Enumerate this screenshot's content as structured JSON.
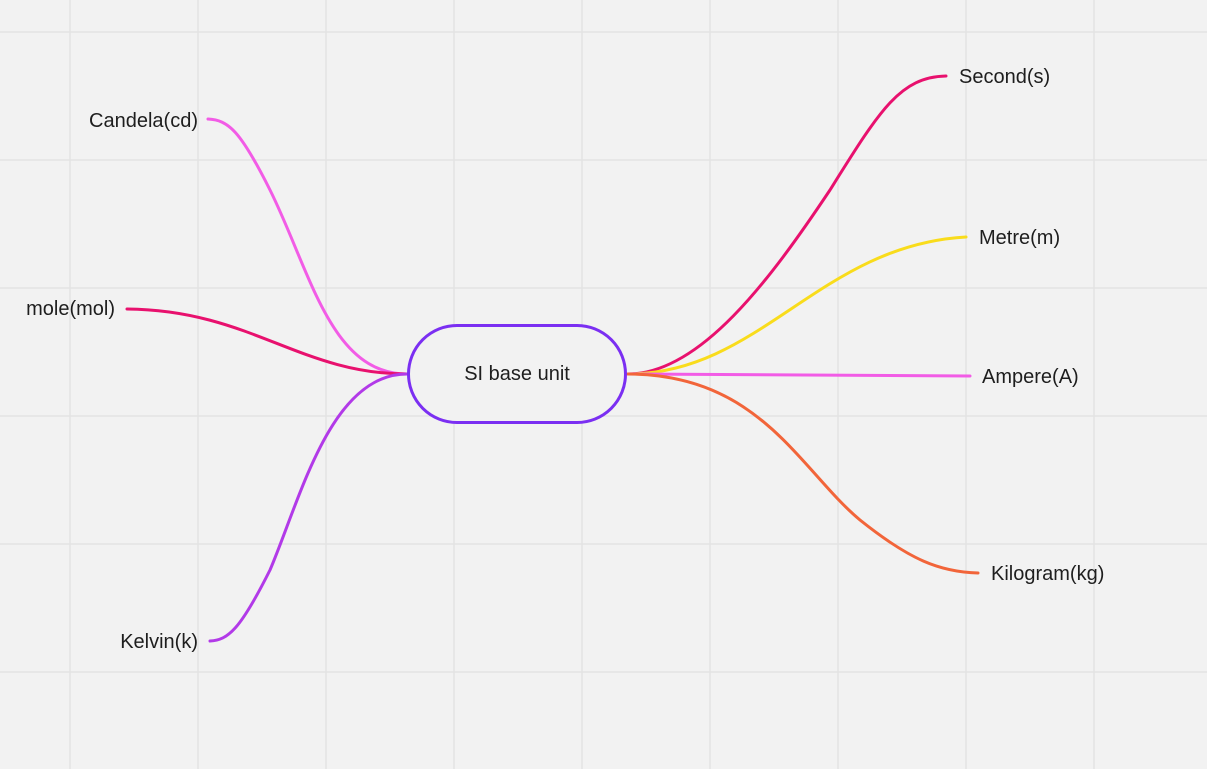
{
  "center": {
    "label": "SI base unit",
    "border_color": "#7b2ff2"
  },
  "branches": [
    {
      "id": "second",
      "label": "Second(s)",
      "side": "right",
      "color": "#e8116e"
    },
    {
      "id": "metre",
      "label": "Metre(m)",
      "side": "right",
      "color": "#f9dc1c"
    },
    {
      "id": "ampere",
      "label": "Ampere(A)",
      "side": "right",
      "color": "#f25ce6"
    },
    {
      "id": "kilogram",
      "label": "Kilogram(kg)",
      "side": "right",
      "color": "#f2653a"
    },
    {
      "id": "candela",
      "label": "Candela(cd)",
      "side": "left",
      "color": "#f25ce6"
    },
    {
      "id": "mole",
      "label": "mole(mol)",
      "side": "left",
      "color": "#e8116e"
    },
    {
      "id": "kelvin",
      "label": "Kelvin(k)",
      "side": "left",
      "color": "#b23ae8"
    }
  ],
  "grid_color": "#e3e3e3"
}
